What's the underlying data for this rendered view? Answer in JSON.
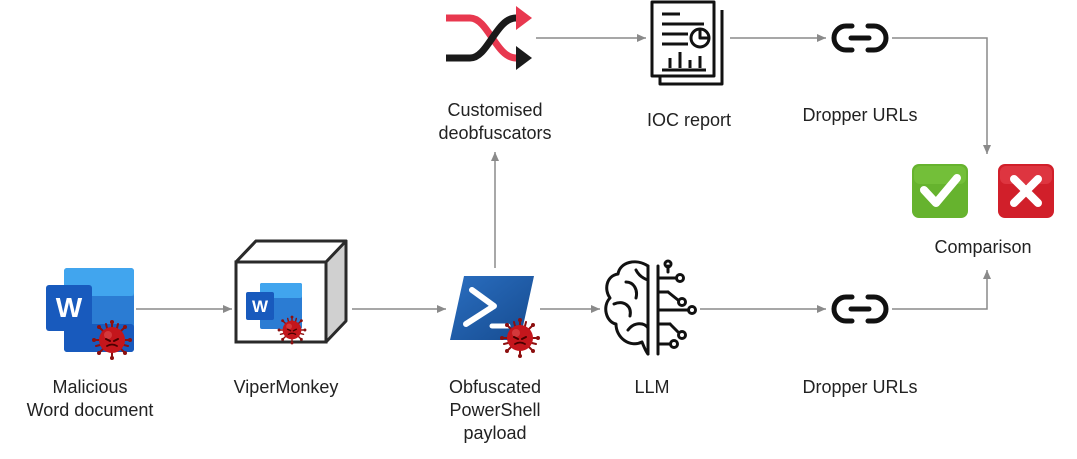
{
  "diagram": {
    "nodes": {
      "word_doc": {
        "lines": [
          "Malicious",
          "Word document"
        ],
        "icon": "word-document-virus-icon"
      },
      "vipermonkey": {
        "lines": [
          "ViperMonkey"
        ],
        "icon": "sandbox-box-icon"
      },
      "powershell": {
        "lines": [
          "Obfuscated",
          "PowerShell",
          "payload"
        ],
        "icon": "powershell-virus-icon"
      },
      "llm": {
        "lines": [
          "LLM"
        ],
        "icon": "brain-circuit-icon"
      },
      "dropper_urls_llm": {
        "lines": [
          "Dropper URLs"
        ],
        "icon": "link-icon"
      },
      "deobfuscators": {
        "lines": [
          "Customised",
          "deobfuscators"
        ],
        "icon": "shuffle-icon"
      },
      "ioc_report": {
        "lines": [
          "IOC report"
        ],
        "icon": "report-document-icon"
      },
      "dropper_urls_ioc": {
        "lines": [
          "Dropper URLs"
        ],
        "icon": "link-icon"
      },
      "comparison": {
        "lines": [
          "Comparison"
        ],
        "icons": [
          "check-icon",
          "cross-icon"
        ]
      }
    },
    "colors": {
      "word_blue": "#185abd",
      "powershell_blue": "#1e5aa8",
      "shuffle_red": "#e8384f",
      "check_green": "#66b32e",
      "cross_red": "#d11f2a",
      "virus_red": "#b01818",
      "arrow_gray": "#8a8a8a"
    }
  }
}
